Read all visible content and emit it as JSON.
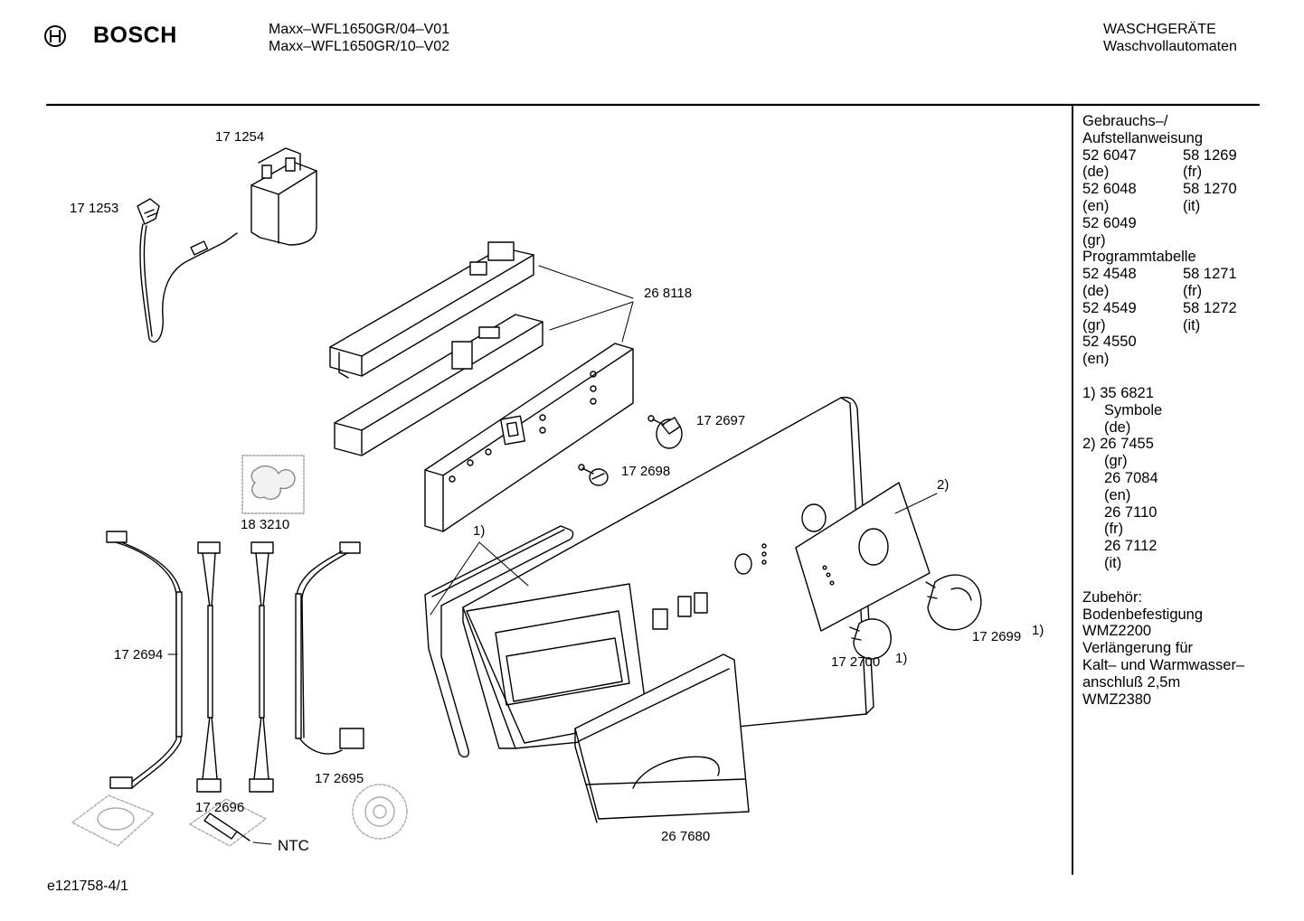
{
  "header": {
    "brand": "BOSCH",
    "models": [
      "Maxx–WFL1650GR/04–V01",
      "Maxx–WFL1650GR/10–V02"
    ],
    "category": "WASCHGERÄTE",
    "subcategory": "Waschvollautomaten"
  },
  "labels": {
    "p171254": "17 1254",
    "p171253": "17 1253",
    "p268118": "26 8118",
    "p172697": "17 2697",
    "p172698": "17 2698",
    "p183210": "18 3210",
    "p172694": "17 2694",
    "p172695": "17 2695",
    "p172696": "17 2696",
    "ntc": "NTC",
    "p267680": "26 7680",
    "p172700": "17 2700",
    "p172699": "17 2699",
    "ref1_a": "1)",
    "ref1_b": "1)",
    "ref1_c": "1)",
    "ref2": "2)"
  },
  "footer": {
    "doc_id": "e121758-4/1"
  },
  "right_panel": {
    "gebrauch_title1": "Gebrauchs–/",
    "gebrauch_title2": "Aufstellanweisung",
    "g_r1": [
      "52 6047",
      "58 1269"
    ],
    "g_r2": [
      "(de)",
      "(fr)"
    ],
    "g_r3": [
      "52 6048",
      "58 1270"
    ],
    "g_r4": [
      "(en)",
      "(it)"
    ],
    "g_r5": "52 6049",
    "g_r6": "(gr)",
    "prog_title": "Programmtabelle",
    "p_r1": [
      "52 4548",
      "58 1271"
    ],
    "p_r2": [
      "(de)",
      "(fr)"
    ],
    "p_r3": [
      "52 4549",
      "58 1272"
    ],
    "p_r4": [
      "(gr)",
      "(it)"
    ],
    "p_r5": "52 4550",
    "p_r6": "(en)",
    "n1": "1) 35 6821",
    "n1_a": "Symbole",
    "n1_b": "(de)",
    "n2": "2) 26 7455",
    "n2_a": "(gr)",
    "n2_b": "26 7084",
    "n2_c": "(en)",
    "n2_d": "26 7110",
    "n2_e": "(fr)",
    "n2_f": "26 7112",
    "n2_g": "(it)",
    "acc_title": "Zubehör:",
    "acc1": "Bodenbefestigung",
    "acc2": "WMZ2200",
    "acc3": "Verlängerung für",
    "acc4": "Kalt– und Warmwasser–",
    "acc5": "anschluß 2,5m",
    "acc6": "WMZ2380"
  }
}
